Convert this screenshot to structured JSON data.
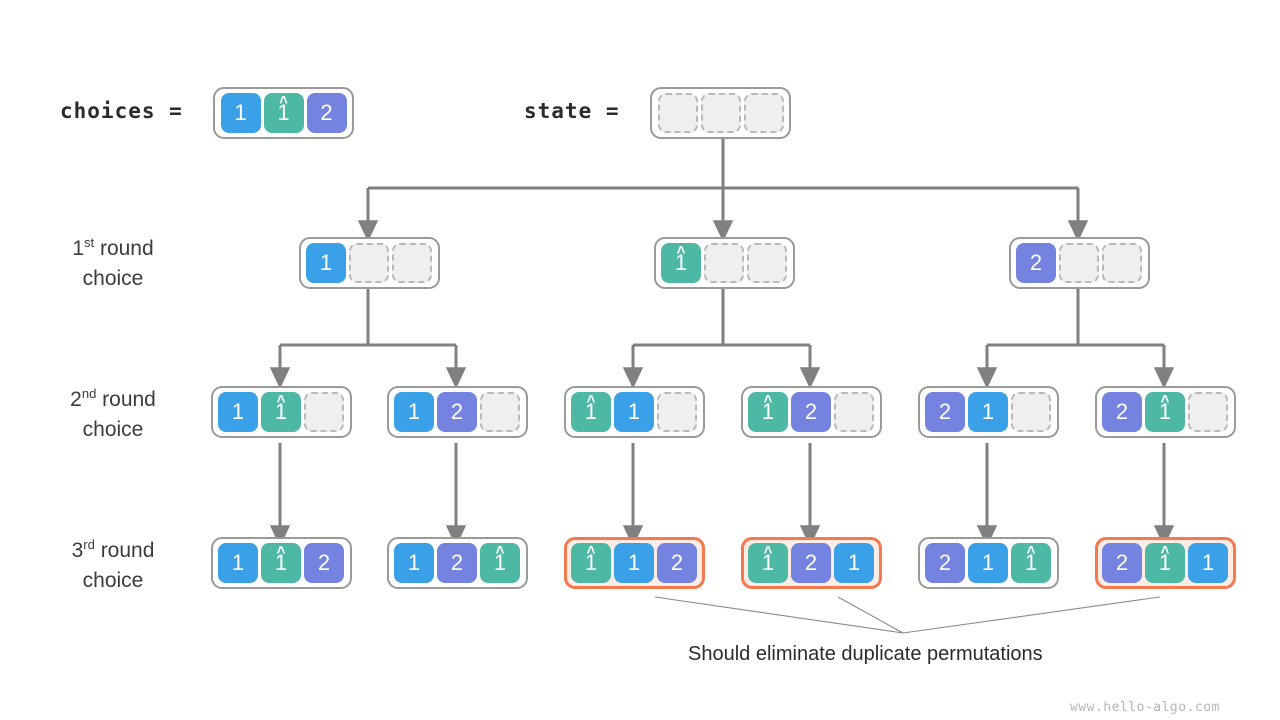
{
  "header": {
    "choices_label": "choices =",
    "state_label": "state =",
    "choices_cells": [
      "1",
      "1h",
      "2"
    ],
    "state_cells": [
      "",
      "",
      ""
    ]
  },
  "rows": [
    {
      "name": "round-1",
      "line1_num": "1",
      "line1_sup": "st",
      "line1_rest": " round",
      "line2": "choice"
    },
    {
      "name": "round-2",
      "line1_num": "2",
      "line1_sup": "nd",
      "line1_rest": " round",
      "line2": "choice"
    },
    {
      "name": "round-3",
      "line1_num": "3",
      "line1_sup": "rd",
      "line1_rest": " round",
      "line2": "choice"
    }
  ],
  "tree": {
    "level1": [
      {
        "cells": [
          "1",
          "",
          ""
        ],
        "highlight": false
      },
      {
        "cells": [
          "1h",
          "",
          ""
        ],
        "highlight": false
      },
      {
        "cells": [
          "2",
          "",
          ""
        ],
        "highlight": false
      }
    ],
    "level2": [
      {
        "cells": [
          "1",
          "1h",
          ""
        ],
        "highlight": false
      },
      {
        "cells": [
          "1",
          "2",
          ""
        ],
        "highlight": false
      },
      {
        "cells": [
          "1h",
          "1",
          ""
        ],
        "highlight": false
      },
      {
        "cells": [
          "1h",
          "2",
          ""
        ],
        "highlight": false
      },
      {
        "cells": [
          "2",
          "1",
          ""
        ],
        "highlight": false
      },
      {
        "cells": [
          "2",
          "1h",
          ""
        ],
        "highlight": false
      }
    ],
    "level3": [
      {
        "cells": [
          "1",
          "1h",
          "2"
        ],
        "highlight": false
      },
      {
        "cells": [
          "1",
          "2",
          "1h"
        ],
        "highlight": false
      },
      {
        "cells": [
          "1h",
          "1",
          "2"
        ],
        "highlight": true
      },
      {
        "cells": [
          "1h",
          "2",
          "1"
        ],
        "highlight": true
      },
      {
        "cells": [
          "2",
          "1",
          "1h"
        ],
        "highlight": false
      },
      {
        "cells": [
          "2",
          "1h",
          "1"
        ],
        "highlight": true
      }
    ]
  },
  "annotation": {
    "caption": "Should eliminate duplicate permutations"
  },
  "footer": {
    "watermark": "www.hello-algo.com"
  },
  "colors": {
    "value_1": "#3aa0e8",
    "value_1_hat": "#4db8a4",
    "value_2": "#7583e0",
    "node_border": "#9a9a9a",
    "empty_cell": "#efefef",
    "highlight_border": "#f4794e",
    "highlight_fill": "#fcece6",
    "connector": "#808080",
    "leader_line": "#8a8a8a",
    "text": "#2b2b2b"
  }
}
